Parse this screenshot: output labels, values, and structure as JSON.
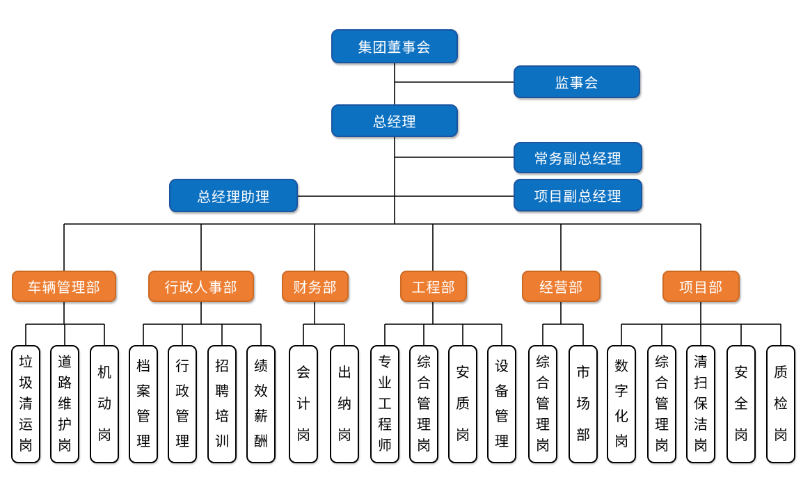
{
  "executives": {
    "board": "集团董事会",
    "supervisory": "监事会",
    "general_manager": "总经理",
    "executive_deputy_gm": "常务副总经理",
    "gm_assistant": "总经理助理",
    "project_deputy_gm": "项目副总经理"
  },
  "departments": [
    {
      "label": "车辆管理部",
      "positions": [
        "垃圾清运岗",
        "道路维护岗",
        "机动岗"
      ]
    },
    {
      "label": "行政人事部",
      "positions": [
        "档案管理",
        "行政管理",
        "招聘培训",
        "绩效薪酬"
      ]
    },
    {
      "label": "财务部",
      "positions": [
        "会计岗",
        "出纳岗"
      ]
    },
    {
      "label": "工程部",
      "positions": [
        "专业工程师",
        "综合管理岗",
        "安质岗",
        "设备管理"
      ]
    },
    {
      "label": "经营部",
      "positions": [
        "综合管理岗",
        "市场部"
      ]
    },
    {
      "label": "项目部",
      "positions": [
        "数字化岗",
        "综合管理岗",
        "清扫保洁岗",
        "安全岗",
        "质检岗"
      ]
    }
  ],
  "colors": {
    "executive_fill": "#0d71c2",
    "executive_border": "#1a55a0",
    "department_fill": "#ed7d31",
    "department_border": "#cc6a24",
    "position_border": "#000000",
    "connector_line": "#000000",
    "text_on_color": "#ffffff",
    "position_text": "#000000"
  }
}
